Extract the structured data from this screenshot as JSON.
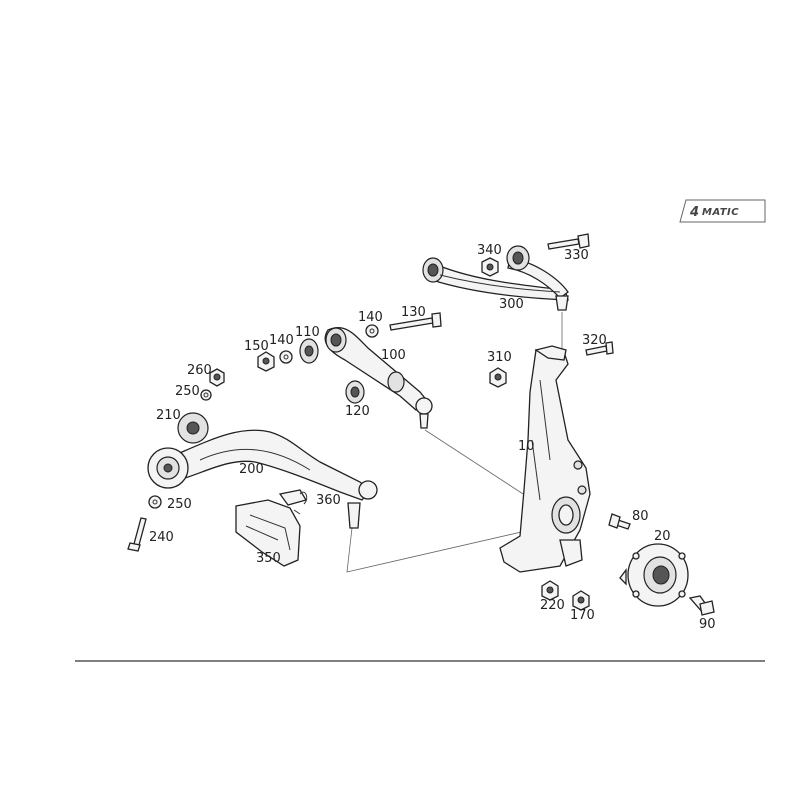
{
  "badge": {
    "number": "4",
    "text": "MATIC"
  },
  "labels": {
    "p10": "10",
    "p20": "20",
    "p80": "80",
    "p90": "90",
    "p100": "100",
    "p110": "110",
    "p120": "120",
    "p130": "130",
    "p140a": "140",
    "p140b": "140",
    "p150": "150",
    "p170": "170",
    "p200": "200",
    "p210": "210",
    "p220": "220",
    "p240": "240",
    "p250a": "250",
    "p250b": "250",
    "p260": "260",
    "p300": "300",
    "p310": "310",
    "p320": "320",
    "p330": "330",
    "p340": "340",
    "p350": "350",
    "p360": "360"
  },
  "colors": {
    "line": "#222222",
    "fill": "#f4f4f4",
    "shade": "#e2e2e2"
  }
}
